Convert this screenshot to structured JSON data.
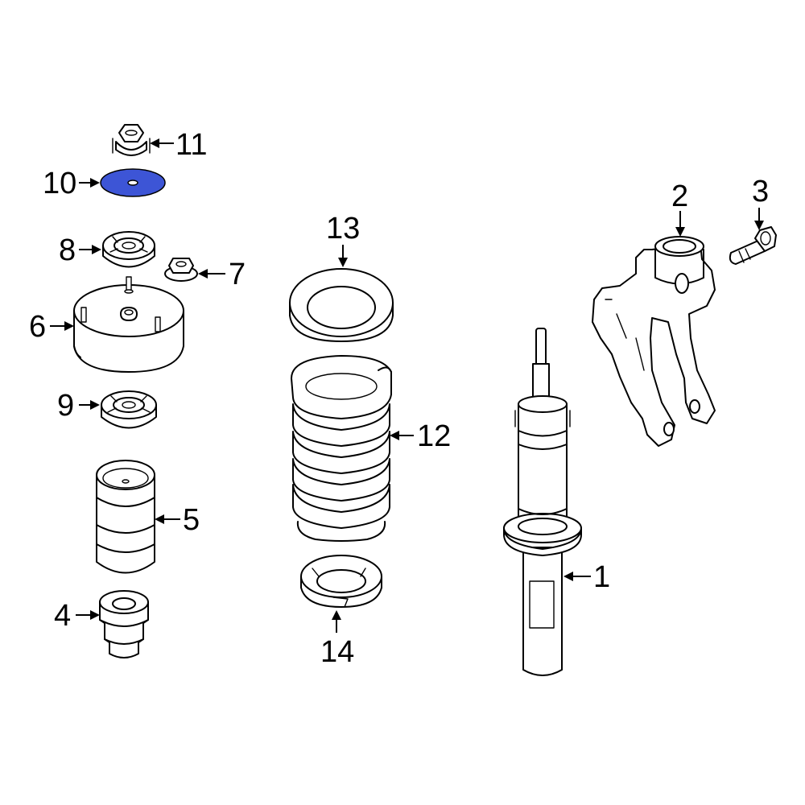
{
  "highlight_color": "#3d55d6",
  "highlighted_part": "10",
  "callouts": {
    "c1": "1",
    "c2": "2",
    "c3": "3",
    "c4": "4",
    "c5": "5",
    "c6": "6",
    "c7": "7",
    "c8": "8",
    "c9": "9",
    "c10": "10",
    "c11": "11",
    "c12": "12",
    "c13": "13",
    "c14": "14"
  }
}
